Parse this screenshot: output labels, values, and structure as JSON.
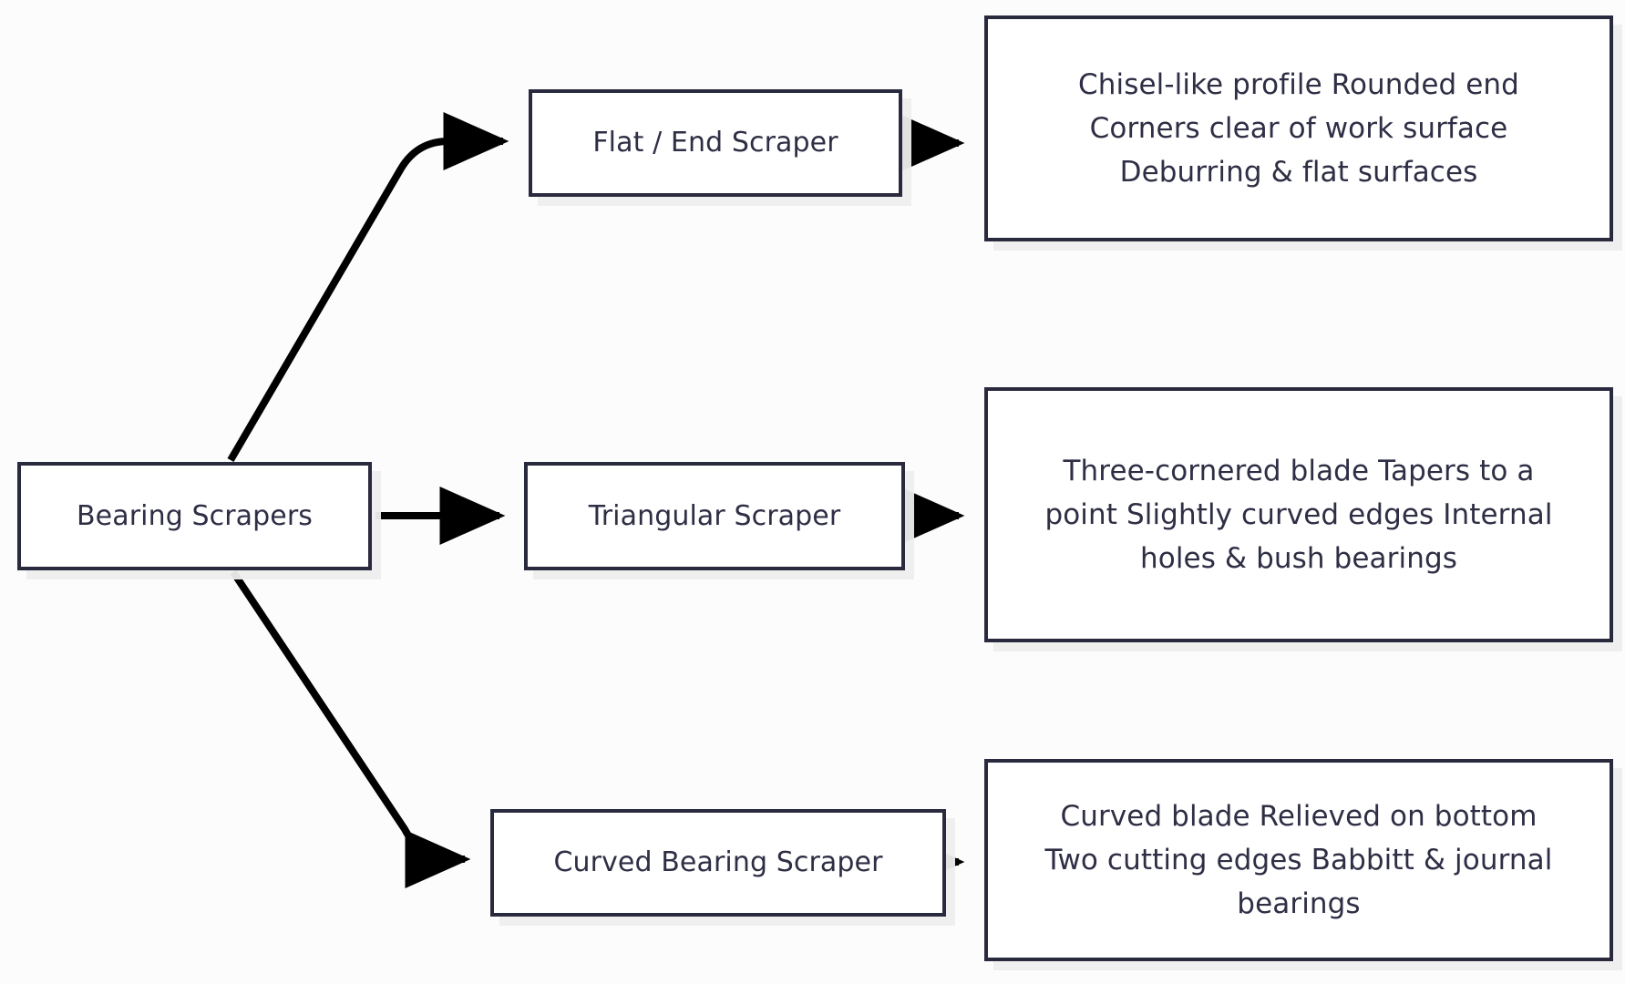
{
  "diagram": {
    "type": "flowchart",
    "direction": "left-to-right",
    "background_color": "#fcfcfc",
    "node_border_color": "#2a2a3e",
    "node_fill_color": "#ffffff",
    "text_color": "#2e2e45",
    "edge_color": "#000000",
    "nodes": {
      "root": {
        "label": "Bearing Scrapers"
      },
      "flat": {
        "label": "Flat / End Scraper"
      },
      "triangular": {
        "label": "Triangular Scraper"
      },
      "curved": {
        "label": "Curved Bearing Scraper"
      },
      "flat_desc": {
        "label": "Chisel-like profile Rounded end Corners clear of work surface Deburring & flat surfaces"
      },
      "triangular_desc": {
        "label": "Three-cornered blade Tapers to a point Slightly curved edges Internal holes & bush bearings"
      },
      "curved_desc": {
        "label": "Curved blade Relieved on bottom Two cutting edges Babbitt & journal bearings"
      }
    },
    "edges": [
      {
        "from": "root",
        "to": "flat",
        "label": ""
      },
      {
        "from": "root",
        "to": "triangular",
        "label": ""
      },
      {
        "from": "root",
        "to": "curved",
        "label": ""
      },
      {
        "from": "flat",
        "to": "flat_desc",
        "label": ""
      },
      {
        "from": "triangular",
        "to": "triangular_desc",
        "label": ""
      },
      {
        "from": "curved",
        "to": "curved_desc",
        "label": ""
      }
    ]
  }
}
